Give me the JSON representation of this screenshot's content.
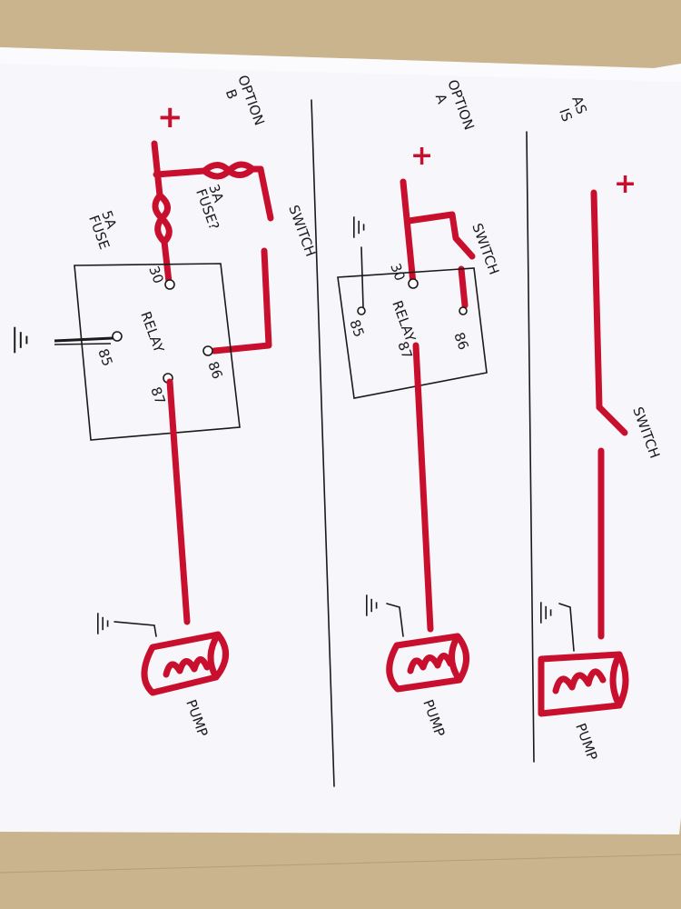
{
  "colors": {
    "wire": "#c8102e",
    "ink": "#1a1a1a",
    "paper": "#f7f7fb",
    "table": "#c9b48e"
  },
  "icons": [
    "ground-icon",
    "fuse-icon",
    "switch-icon",
    "pump-icon",
    "terminal-icon"
  ],
  "option_b": {
    "title_line1": "OPTION",
    "title_line2": "B",
    "plus": "+",
    "fuse_5a_line1": "5A",
    "fuse_5a_line2": "FUSE",
    "fuse_3a_line1": "3A",
    "fuse_3a_line2": "FUSE?",
    "switch": "SWITCH",
    "relay": "RELAY",
    "pin_30": "30",
    "pin_85": "85",
    "pin_86": "86",
    "pin_87": "87",
    "pump": "PUMP"
  },
  "option_a": {
    "title_line1": "OPTION",
    "title_line2": "A",
    "plus": "+",
    "switch": "SWITCH",
    "relay": "RELAY",
    "pin_30": "30",
    "pin_85": "85",
    "pin_86": "86",
    "pin_87": "87",
    "pump": "PUMP"
  },
  "as_is": {
    "title_line1": "AS",
    "title_line2": "IS",
    "plus": "+",
    "switch": "SWITCH",
    "pump": "PUMP"
  }
}
